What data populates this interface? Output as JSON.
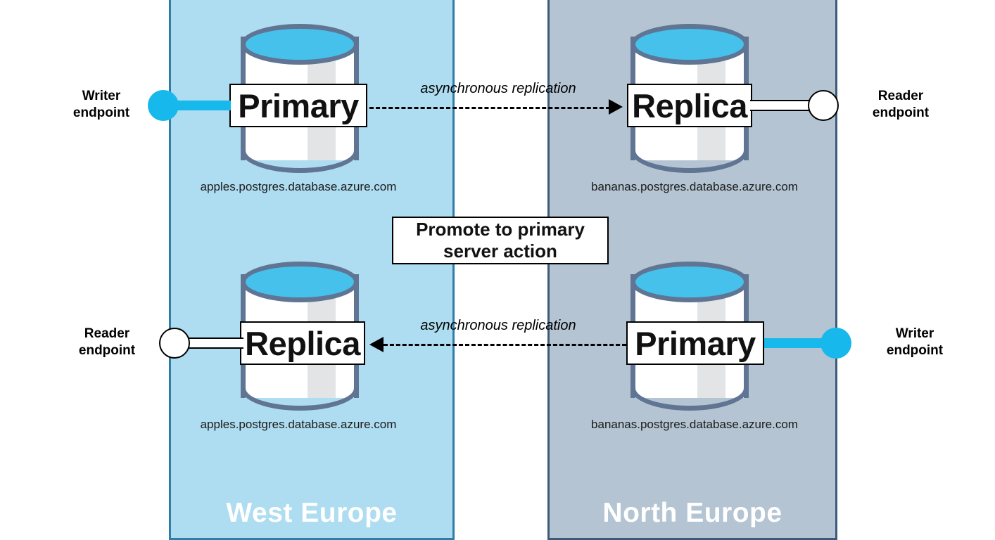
{
  "regions": [
    {
      "name": "West Europe",
      "fill": "#aedcf0",
      "border": "#2f7ea8"
    },
    {
      "name": "North Europe",
      "fill": "#b4c4d2",
      "border": "#3d5b79"
    }
  ],
  "servers": {
    "west_top": {
      "role": "Primary",
      "hostname": "apples.postgres.database.azure.com"
    },
    "north_top": {
      "role": "Replica",
      "hostname": "bananas.postgres.database.azure.com"
    },
    "west_bottom": {
      "role": "Replica",
      "hostname": "apples.postgres.database.azure.com"
    },
    "north_bottom": {
      "role": "Primary",
      "hostname": "bananas.postgres.database.azure.com"
    }
  },
  "endpoints": {
    "top_left": {
      "label": "Writer\nendpoint",
      "line1": "Writer",
      "line2": "endpoint",
      "kind": "writer",
      "color": "#17b8ec"
    },
    "top_right": {
      "label": "Reader\nendpoint",
      "line1": "Reader",
      "line2": "endpoint",
      "kind": "reader",
      "color": "#ffffff"
    },
    "bottom_left": {
      "label": "Reader\nendpoint",
      "line1": "Reader",
      "line2": "endpoint",
      "kind": "reader",
      "color": "#ffffff"
    },
    "bottom_right": {
      "label": "Writer\nendpoint",
      "line1": "Writer",
      "line2": "endpoint",
      "kind": "writer",
      "color": "#17b8ec"
    }
  },
  "replication": {
    "top": {
      "text": "asynchronous replication",
      "direction": "right"
    },
    "bottom": {
      "text": "asynchronous replication",
      "direction": "left"
    }
  },
  "action": {
    "line1": "Promote to primary",
    "line2": "server action"
  },
  "theme": {
    "cylinder_outline": "#5f7593",
    "cylinder_top": "#45c1ec",
    "cylinder_body": "#ffffff",
    "cylinder_shade": "#e2e4e6",
    "arrow": "#000000",
    "region_label_color": "#ffffff"
  }
}
